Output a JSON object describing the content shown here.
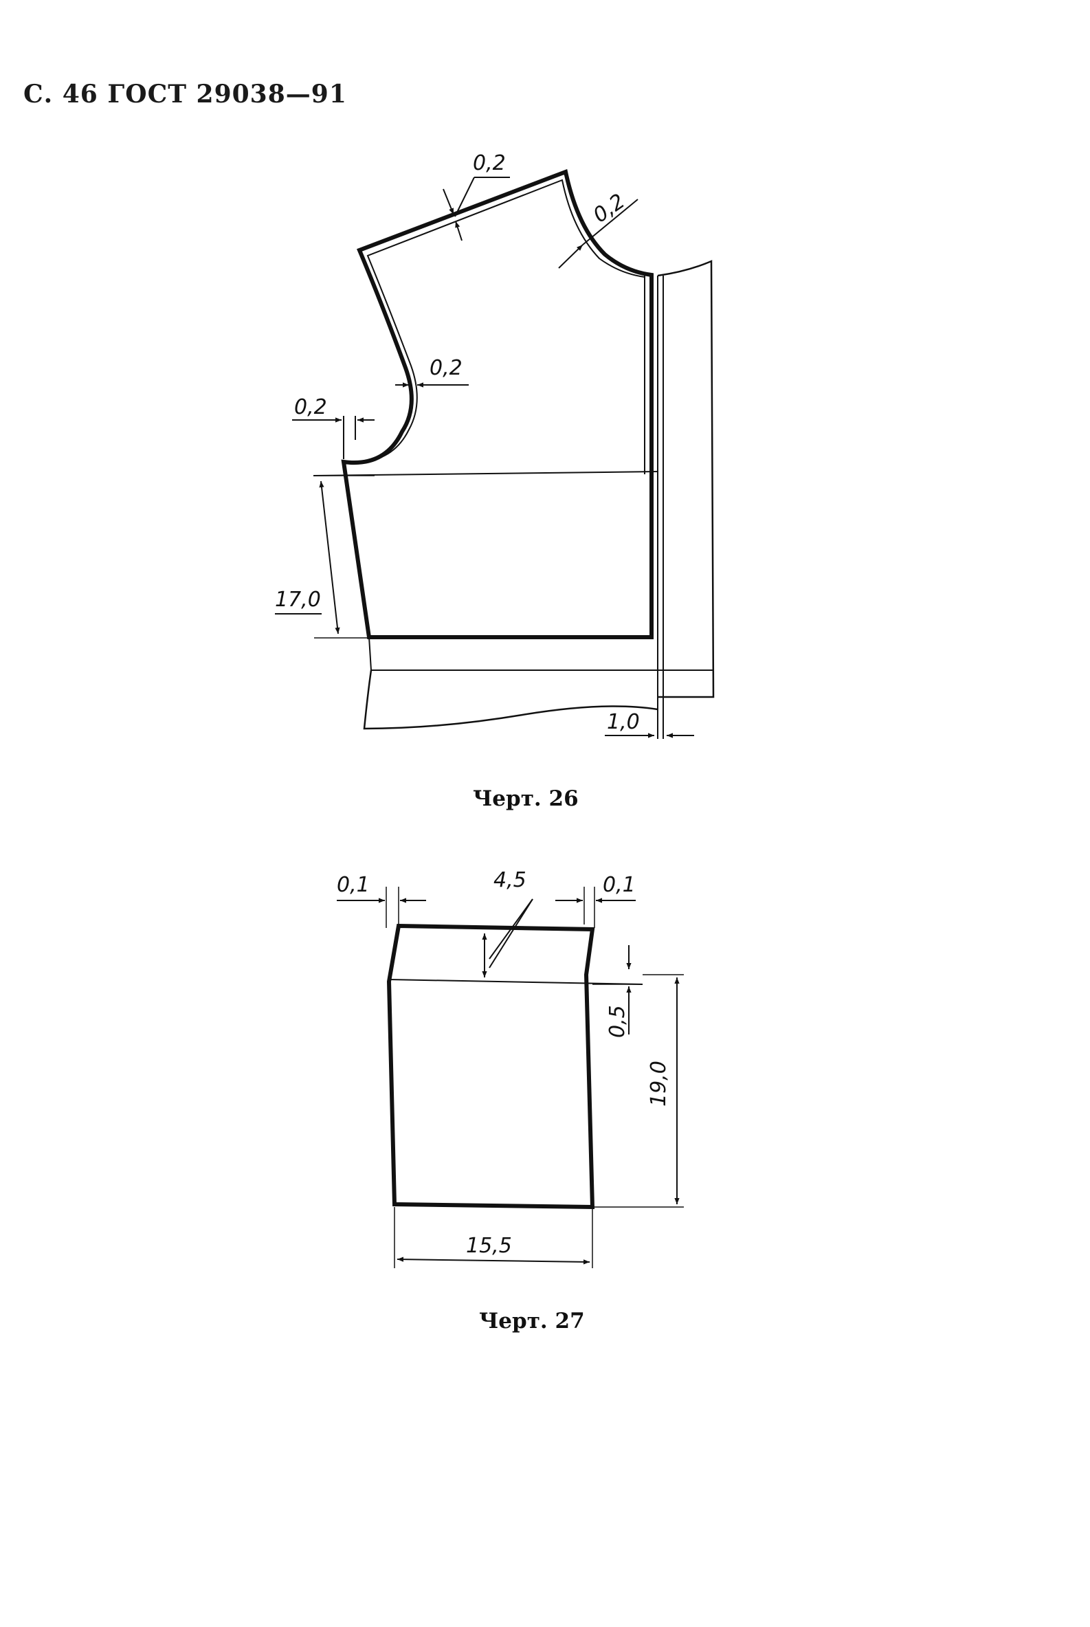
{
  "page_header": "С. 46 ГОСТ 29038—91",
  "figure_26": {
    "caption": "Черт. 26",
    "dims": {
      "shoulder_allowance": "0,2",
      "neck_allowance": "0,2",
      "armhole_allowance": "0,2",
      "side_allowance": "0,2",
      "height": "17,0",
      "front_allowance": "1,0"
    }
  },
  "figure_27": {
    "caption": "Черт. 27",
    "dims": {
      "left_allowance": "0,1",
      "top_height": "4,5",
      "right_allowance": "0,1",
      "offset": "0,5",
      "height": "19,0",
      "width": "15,5"
    }
  }
}
